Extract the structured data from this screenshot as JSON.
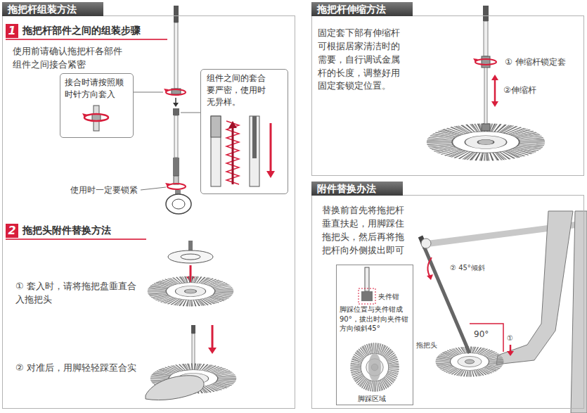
{
  "diagram": {
    "nodes": [
      {
        "text": [
          "拖把杆组装方法"
        ]
      },
      {
        "text": [
          "1",
          "拖把杆部件之间的组装步骤"
        ],
        "in": 0
      },
      {
        "text": [
          "接合时请按照顺时针方向套入"
        ],
        "in": 0
      },
      {
        "text": [
          "组件之间的套合要严密，使用时无异样。"
        ],
        "in": 0
      },
      {
        "text": [
          "2",
          "拖把头附件替换方法"
        ],
        "in": 0
      },
      {
        "text": [
          "拖把杆伸缩方法"
        ]
      },
      {
        "text": [
          "附件替换办法"
        ]
      },
      {
        "text": [
          "夹件钳",
          "脚踩位置与夹件钳成90°，拔出时向夹件钳方向倾斜45°",
          "脚踩区域"
        ],
        "in": 6
      }
    ],
    "labels": [
      "使用前请确认拖把杆各部件组件之间接合紧密",
      "使用时一定要锁紧",
      "① 套入时，请将拖把盘垂直合入拖把头",
      "② 对准后，用脚轻轻踩至合实",
      "固定套下部有伸缩杆可根据居家清洁时的需要，自行调试金属杆的长度，调整好用固定套锁定位置。",
      "① 伸缩杆锁定套",
      "②伸缩杆",
      "替换前首先将拖把杆垂直扶起，用脚踩住拖把头，然后再将拖把杆向外侧拔出即可",
      "② 45°倾斜",
      "90°",
      "①",
      "拖把头"
    ]
  }
}
